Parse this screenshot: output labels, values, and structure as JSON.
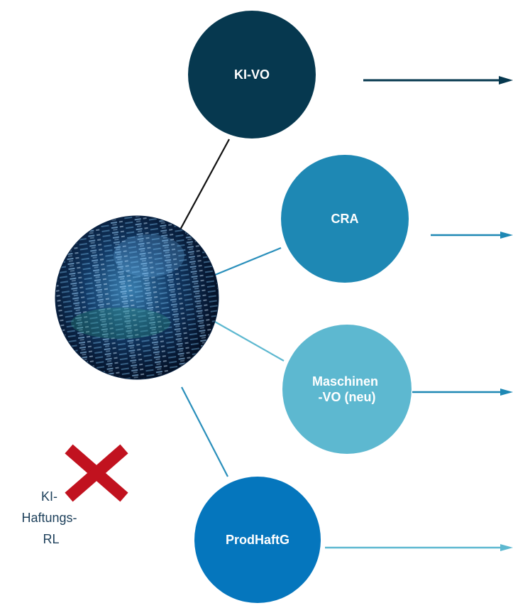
{
  "nodes": {
    "kivo": {
      "label": "KI-VO",
      "color": "#06384f"
    },
    "cra": {
      "label": "CRA",
      "color": "#1e88b4"
    },
    "maschinen": {
      "line1": "Maschinen",
      "line2": "-VO (neu)",
      "color": "#5db8d0"
    },
    "prodhaftg": {
      "label": "ProdHaftG",
      "color": "#0576bd"
    }
  },
  "removed_item": {
    "line1": "KI-",
    "line2": "Haftungs-",
    "line3": "RL",
    "mark_color": "#c1121f"
  },
  "center_image": {
    "description_icon": "binary-code-globe-icon"
  }
}
